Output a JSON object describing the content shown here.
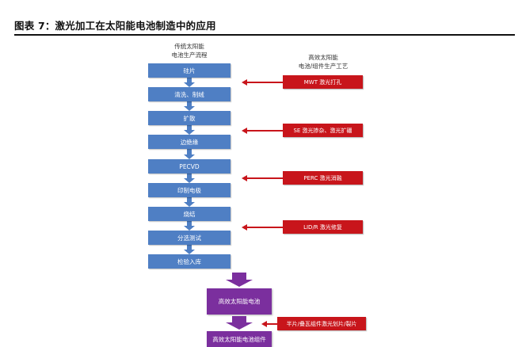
{
  "figure": {
    "title": "图表 7：激光加工在太阳能电池制造中的应用",
    "left_header": [
      "传统太阳能",
      "电池生产流程"
    ],
    "right_header": [
      "高效太阳能",
      "电池/组件生产工艺"
    ]
  },
  "process_steps": [
    "硅片",
    "清洗、制绒",
    "扩散",
    "边绝缘",
    "PECVD",
    "印制电极",
    "烧结",
    "分选测试",
    "检验入库"
  ],
  "laser_processes": [
    "MWT 激光打孔",
    "SE 激光掺杂、激光扩硼",
    "PERC 激光消融",
    "LID/R 激光修复",
    "半片/叠瓦组件激光划片/裂片"
  ],
  "outputs": [
    "高效太阳能电池",
    "高效太阳能电池组件"
  ],
  "colors": {
    "step_box": "#4f7fc4",
    "laser_box": "#c8151b",
    "output_box": "#7b2f9e",
    "red_arrow": "#c8151b",
    "blue_arrow": "#4f7fc4",
    "purple_arrow": "#7b2f9e"
  }
}
